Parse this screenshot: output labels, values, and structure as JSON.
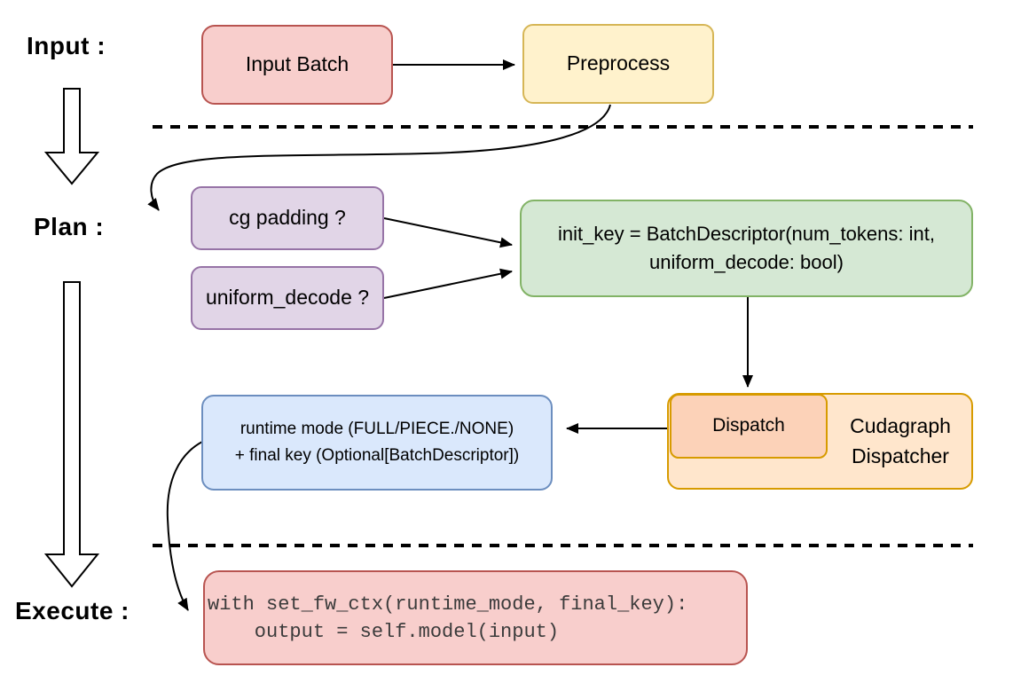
{
  "diagram": {
    "stage_labels": {
      "input": "Input :",
      "plan": "Plan :",
      "execute": "Execute :"
    },
    "nodes": {
      "input_batch": {
        "label": "Input Batch"
      },
      "preprocess": {
        "label": "Preprocess"
      },
      "cg_padding": {
        "label": "cg padding ?"
      },
      "uniform_decode": {
        "label": "uniform_decode ?"
      },
      "init_key": {
        "line1": "init_key = BatchDescriptor(num_tokens: int,",
        "line2": "uniform_decode: bool)"
      },
      "dispatch": {
        "label": "Dispatch"
      },
      "cudagraph_dispatcher": {
        "line1": "Cudagraph",
        "line2": "Dispatcher"
      },
      "runtime_mode": {
        "line1": "runtime mode (FULL/PIECE./NONE)",
        "line2": "+ final key (Optional[BatchDescriptor])"
      },
      "execute_code": {
        "line1": "with set_fw_ctx(runtime_mode, final_key):",
        "line2": "    output = self.model(input)"
      }
    },
    "colors": {
      "red_fill": "#f8cecc",
      "red_stroke": "#b85450",
      "yellow_fill": "#fff2cc",
      "yellow_stroke": "#d6b656",
      "purple_fill": "#e1d5e7",
      "purple_stroke": "#9673a6",
      "green_fill": "#d5e8d4",
      "green_stroke": "#82b366",
      "blue_fill": "#dae8fc",
      "blue_stroke": "#6c8ebf",
      "orange_fill": "#ffe6cc",
      "orange_stroke": "#d79b00",
      "salmon_fill": "#fcd2b8",
      "connector": "#000000",
      "code_text": "#3b3b3b"
    }
  }
}
